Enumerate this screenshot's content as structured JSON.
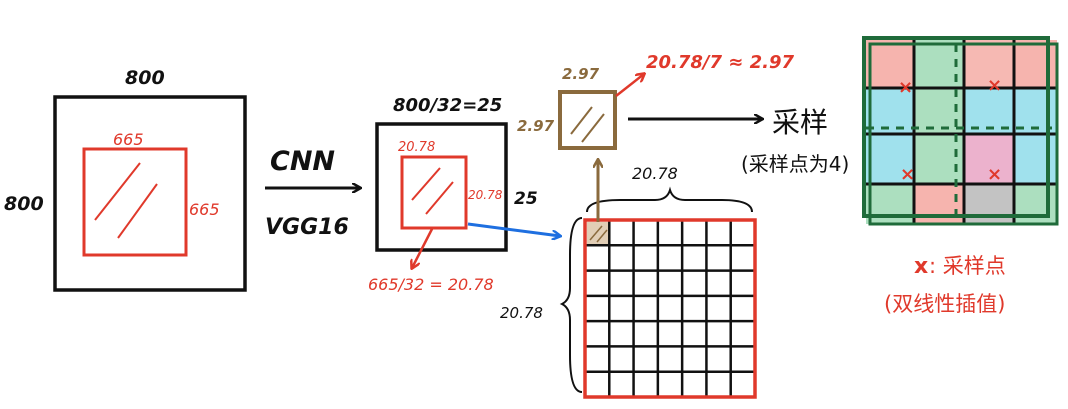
{
  "colors": {
    "ink": "#111111",
    "red": "#e0392b",
    "brown": "#8a6a3d",
    "blue": "#1e6fe0",
    "green": "#1f6b3a",
    "cell_red": "#f4a7a0",
    "cell_cyan": "#8fdcea",
    "cell_green": "#9ed9b4",
    "cell_pink": "#e9a4c4",
    "cell_gray": "#b8b8b8"
  },
  "input_image": {
    "width_label": "800",
    "height_label": "800",
    "roi_width_label": "665",
    "roi_height_label": "665"
  },
  "backbone": {
    "top_label": "CNN",
    "bottom_label": "VGG16"
  },
  "feature_map": {
    "width_label": "800/32=25",
    "height_label": "25",
    "roi_width_label": "20.78",
    "roi_height_label": "20.78",
    "roi_formula": "665/32 = 20.78"
  },
  "grid": {
    "width_label": "20.78",
    "height_label": "20.78",
    "rows": 7,
    "cols": 7
  },
  "bin": {
    "width_label": "2.97",
    "height_label": "2.97",
    "formula": "20.78/7 ≈ 2.97"
  },
  "sampling": {
    "label": "采样",
    "note": "(采样点为4)"
  },
  "bilinear": {
    "legend_marker": "x",
    "legend_text": ": 采样点",
    "legend_note": "(双线性插值)"
  }
}
